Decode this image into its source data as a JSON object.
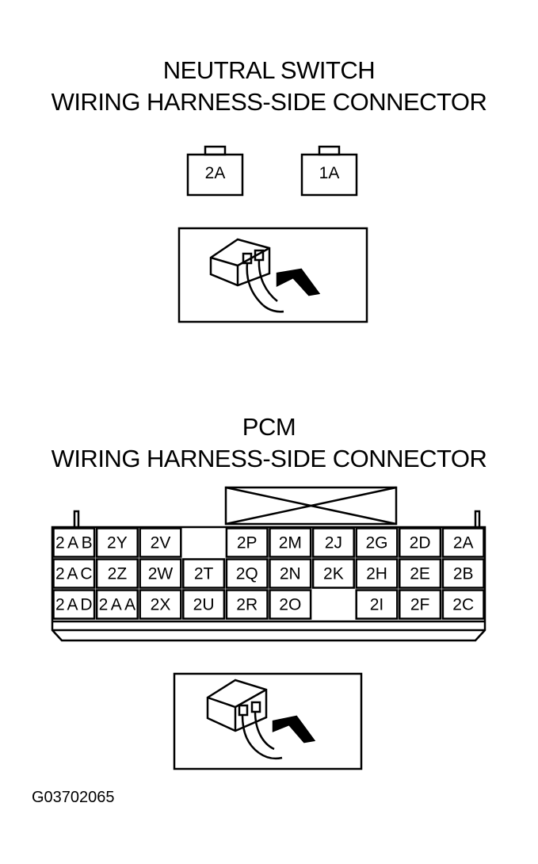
{
  "neutral_switch": {
    "title_line1": "NEUTRAL SWITCH",
    "title_line2": "WIRING HARNESS-SIDE CONNECTOR",
    "pins": [
      "2A",
      "1A"
    ]
  },
  "pcm": {
    "title_line1": "PCM",
    "title_line2": "WIRING HARNESS-SIDE CONNECTOR",
    "rows": [
      [
        "2AB",
        "2Y",
        "2V",
        "",
        "2P",
        "2M",
        "2J",
        "2G",
        "2D",
        "2A"
      ],
      [
        "2AC",
        "2Z",
        "2W",
        "2T",
        "2Q",
        "2N",
        "2K",
        "2H",
        "2E",
        "2B"
      ],
      [
        "2AD",
        "2AA",
        "2X",
        "2U",
        "2R",
        "2O",
        "",
        "2I",
        "2F",
        "2C"
      ]
    ]
  },
  "figure_code": "G03702065"
}
